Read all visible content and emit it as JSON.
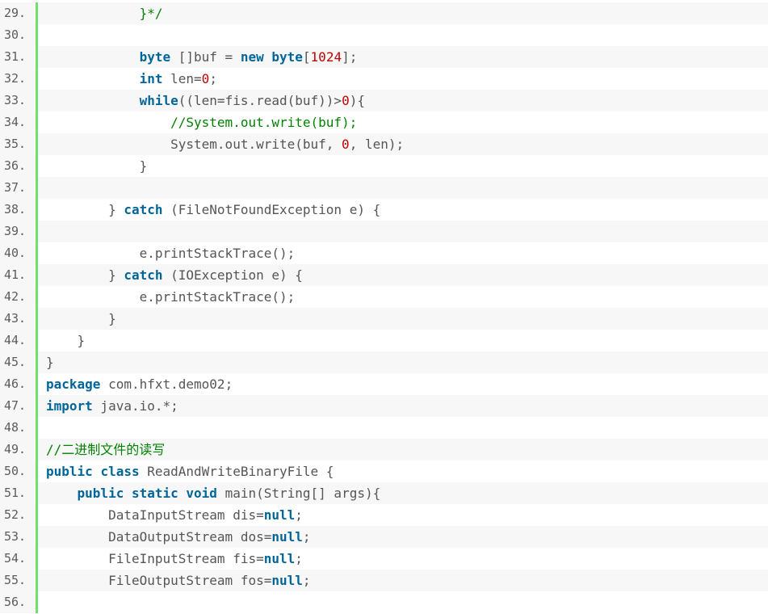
{
  "code": {
    "lines": [
      {
        "num": "29.",
        "alt": true,
        "tokens": [
          {
            "t": "            }*/",
            "k": "cm"
          }
        ]
      },
      {
        "num": "30.",
        "alt": false,
        "tokens": []
      },
      {
        "num": "31.",
        "alt": true,
        "tokens": [
          {
            "t": "            ",
            "k": "pl"
          },
          {
            "t": "byte",
            "k": "kw"
          },
          {
            "t": " []buf = ",
            "k": "pl"
          },
          {
            "t": "new",
            "k": "kw"
          },
          {
            "t": " ",
            "k": "pl"
          },
          {
            "t": "byte",
            "k": "kw"
          },
          {
            "t": "[",
            "k": "pl"
          },
          {
            "t": "1024",
            "k": "num"
          },
          {
            "t": "];",
            "k": "pl"
          }
        ]
      },
      {
        "num": "32.",
        "alt": false,
        "tokens": [
          {
            "t": "            ",
            "k": "pl"
          },
          {
            "t": "int",
            "k": "kw"
          },
          {
            "t": " len=",
            "k": "pl"
          },
          {
            "t": "0",
            "k": "num"
          },
          {
            "t": ";",
            "k": "pl"
          }
        ]
      },
      {
        "num": "33.",
        "alt": true,
        "tokens": [
          {
            "t": "            ",
            "k": "pl"
          },
          {
            "t": "while",
            "k": "kw"
          },
          {
            "t": "((len=fis.read(buf))>",
            "k": "pl"
          },
          {
            "t": "0",
            "k": "num"
          },
          {
            "t": "){",
            "k": "pl"
          }
        ]
      },
      {
        "num": "34.",
        "alt": false,
        "tokens": [
          {
            "t": "                //System.out.write(buf);",
            "k": "cm"
          }
        ]
      },
      {
        "num": "35.",
        "alt": true,
        "tokens": [
          {
            "t": "                System.out.write(buf, ",
            "k": "pl"
          },
          {
            "t": "0",
            "k": "num"
          },
          {
            "t": ", len);",
            "k": "pl"
          }
        ]
      },
      {
        "num": "36.",
        "alt": false,
        "tokens": [
          {
            "t": "            }",
            "k": "pl"
          }
        ]
      },
      {
        "num": "37.",
        "alt": true,
        "tokens": []
      },
      {
        "num": "38.",
        "alt": false,
        "tokens": [
          {
            "t": "        } ",
            "k": "pl"
          },
          {
            "t": "catch",
            "k": "kw"
          },
          {
            "t": " (FileNotFoundException e) {",
            "k": "pl"
          }
        ]
      },
      {
        "num": "39.",
        "alt": true,
        "tokens": []
      },
      {
        "num": "40.",
        "alt": false,
        "tokens": [
          {
            "t": "            e.printStackTrace();",
            "k": "pl"
          }
        ]
      },
      {
        "num": "41.",
        "alt": true,
        "tokens": [
          {
            "t": "        } ",
            "k": "pl"
          },
          {
            "t": "catch",
            "k": "kw"
          },
          {
            "t": " (IOException e) {",
            "k": "pl"
          }
        ]
      },
      {
        "num": "42.",
        "alt": false,
        "tokens": [
          {
            "t": "            e.printStackTrace();",
            "k": "pl"
          }
        ]
      },
      {
        "num": "43.",
        "alt": true,
        "tokens": [
          {
            "t": "        }",
            "k": "pl"
          }
        ]
      },
      {
        "num": "44.",
        "alt": false,
        "tokens": [
          {
            "t": "    }",
            "k": "pl"
          }
        ]
      },
      {
        "num": "45.",
        "alt": true,
        "tokens": [
          {
            "t": "}",
            "k": "pl"
          }
        ]
      },
      {
        "num": "46.",
        "alt": false,
        "tokens": [
          {
            "t": "package",
            "k": "kw"
          },
          {
            "t": " com.hfxt.demo02;",
            "k": "pl"
          }
        ]
      },
      {
        "num": "47.",
        "alt": true,
        "tokens": [
          {
            "t": "import",
            "k": "kw"
          },
          {
            "t": " java.io.*;",
            "k": "pl"
          }
        ]
      },
      {
        "num": "48.",
        "alt": false,
        "tokens": []
      },
      {
        "num": "49.",
        "alt": true,
        "tokens": [
          {
            "t": "//二进制文件的读写",
            "k": "cm"
          }
        ]
      },
      {
        "num": "50.",
        "alt": false,
        "tokens": [
          {
            "t": "public",
            "k": "kw"
          },
          {
            "t": " ",
            "k": "pl"
          },
          {
            "t": "class",
            "k": "kw"
          },
          {
            "t": " ReadAndWriteBinaryFile {",
            "k": "pl"
          }
        ]
      },
      {
        "num": "51.",
        "alt": true,
        "tokens": [
          {
            "t": "    ",
            "k": "pl"
          },
          {
            "t": "public",
            "k": "kw"
          },
          {
            "t": " ",
            "k": "pl"
          },
          {
            "t": "static",
            "k": "kw"
          },
          {
            "t": " ",
            "k": "pl"
          },
          {
            "t": "void",
            "k": "kw"
          },
          {
            "t": " main(String[] args){",
            "k": "pl"
          }
        ]
      },
      {
        "num": "52.",
        "alt": false,
        "tokens": [
          {
            "t": "        DataInputStream dis=",
            "k": "pl"
          },
          {
            "t": "null",
            "k": "kw"
          },
          {
            "t": ";",
            "k": "pl"
          }
        ]
      },
      {
        "num": "53.",
        "alt": true,
        "tokens": [
          {
            "t": "        DataOutputStream dos=",
            "k": "pl"
          },
          {
            "t": "null",
            "k": "kw"
          },
          {
            "t": ";",
            "k": "pl"
          }
        ]
      },
      {
        "num": "54.",
        "alt": false,
        "tokens": [
          {
            "t": "        FileInputStream fis=",
            "k": "pl"
          },
          {
            "t": "null",
            "k": "kw"
          },
          {
            "t": ";",
            "k": "pl"
          }
        ]
      },
      {
        "num": "55.",
        "alt": true,
        "tokens": [
          {
            "t": "        FileOutputStream fos=",
            "k": "pl"
          },
          {
            "t": "null",
            "k": "kw"
          },
          {
            "t": ";",
            "k": "pl"
          }
        ]
      },
      {
        "num": "56.",
        "alt": false,
        "tokens": []
      }
    ]
  },
  "colors": {
    "keyword": "#006699",
    "comment": "#008200",
    "number": "#c00000",
    "plain": "#555555",
    "gutter_border": "#6ce26c",
    "alt_row": "#f7f7f7"
  }
}
